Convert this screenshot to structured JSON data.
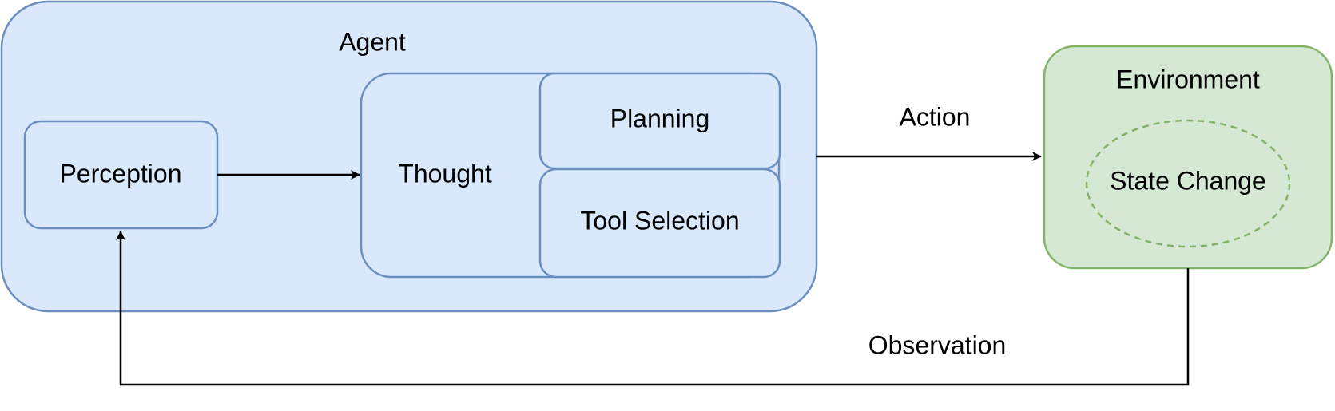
{
  "agent": {
    "label": "Agent",
    "perception_label": "Perception",
    "thought": {
      "label": "Thought",
      "planning_label": "Planning",
      "tool_selection_label": "Tool Selection"
    }
  },
  "environment": {
    "label": "Environment",
    "state_change_label": "State Change"
  },
  "edges": {
    "action_label": "Action",
    "observation_label": "Observation"
  },
  "colors": {
    "agent_fill": "#dae8fc",
    "agent_stroke": "#6c8ebf",
    "environment_fill": "#d5e8d4",
    "environment_stroke": "#82b366",
    "connector": "#000000"
  }
}
